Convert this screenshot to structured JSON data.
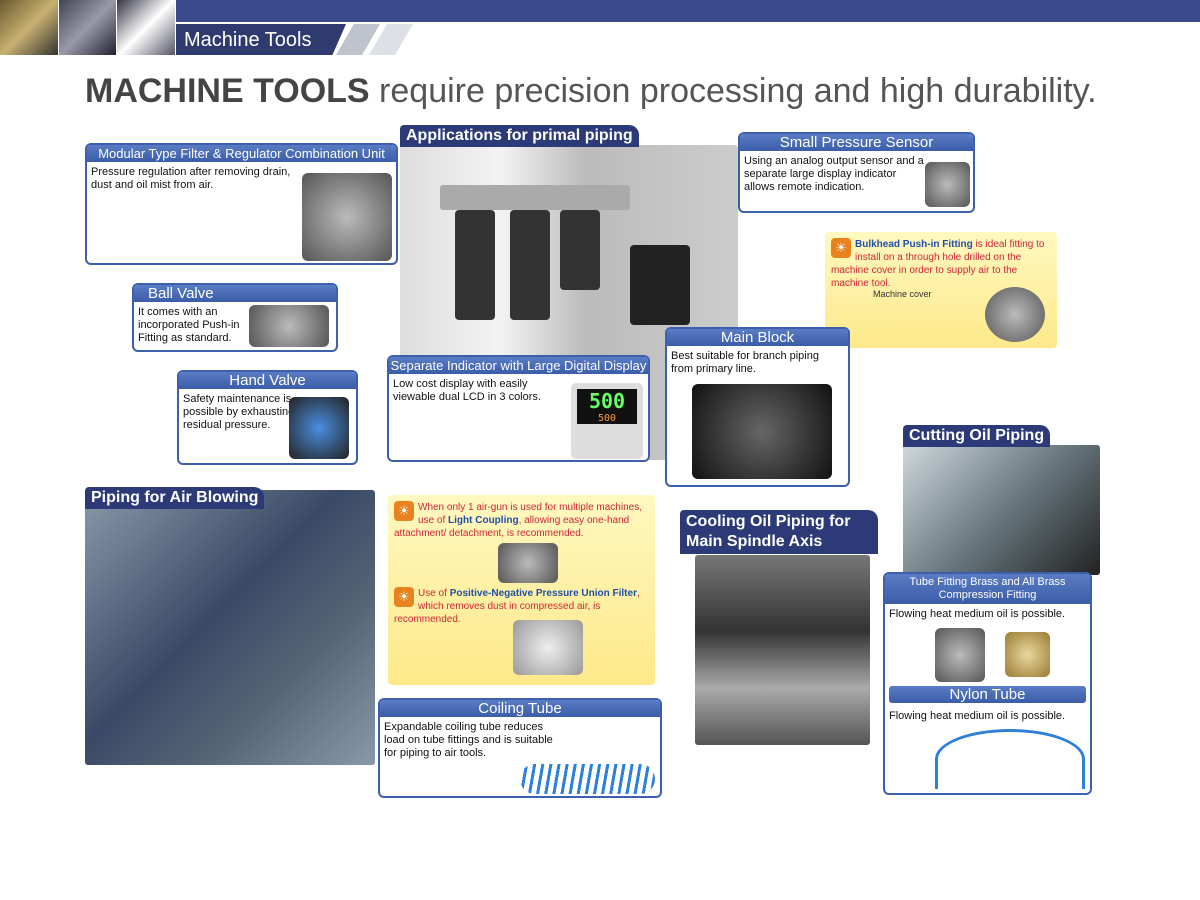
{
  "header": {
    "section": "Machine Tools"
  },
  "headline": {
    "bold": "MACHINE TOOLS",
    "rest": " require precision processing and high durability."
  },
  "titles": {
    "primal": "Applications for primal piping",
    "air_blowing": "Piping for Air Blowing",
    "cutting_oil": "Cutting Oil Piping",
    "cooling_oil": "Cooling Oil Piping for Main Spindle Axis"
  },
  "boxes": {
    "modular": {
      "title": "Modular Type Filter & Regulator Combination Unit",
      "text": "Pressure regulation after removing drain, dust and oil mist from air."
    },
    "sensor": {
      "title": "Small Pressure Sensor",
      "text": "Using an analog output sensor and a separate large display indicator allows remote indication."
    },
    "ball_valve": {
      "title": "Ball Valve",
      "text": "It comes with an incorporated Push-in Fitting as standard."
    },
    "hand_valve": {
      "title": "Hand Valve",
      "text": "Safety maintenance is possible by exhausting residual pressure."
    },
    "indicator": {
      "title": "Separate Indicator with Large Digital Display",
      "text": "Low cost display with easily viewable dual LCD in 3 colors.",
      "display_main": "500",
      "display_sub": "500"
    },
    "main_block": {
      "title": "Main Block",
      "text": "Best suitable for branch piping from primary line."
    },
    "coiling": {
      "title": "Coiling Tube",
      "text": "Expandable coiling tube reduces load on tube fittings and is suitable for piping to air tools."
    },
    "tube_fitting": {
      "title": "Tube Fitting Brass and All Brass Compression Fitting",
      "text": "Flowing heat medium oil is possible."
    },
    "nylon": {
      "title": "Nylon Tube",
      "text": "Flowing heat medium oil is possible."
    }
  },
  "notes": {
    "bulkhead": {
      "em": "Bulkhead Push-in Fitting",
      "text": " is ideal fitting to install on a through hole drilled on the machine cover in order to supply air to the machine tool.",
      "label": "Machine cover"
    },
    "coupling": {
      "pre": "When only 1 air-gun is used for multiple machines, use of ",
      "em": "Light Coupling",
      "post": ", allowing easy one-hand attachment/ detachment, is recommended."
    },
    "filter": {
      "pre": "Use of ",
      "em": "Positive-Negative Pressure Union Filter",
      "post": ", which removes dust in compressed air, is recommended."
    }
  }
}
